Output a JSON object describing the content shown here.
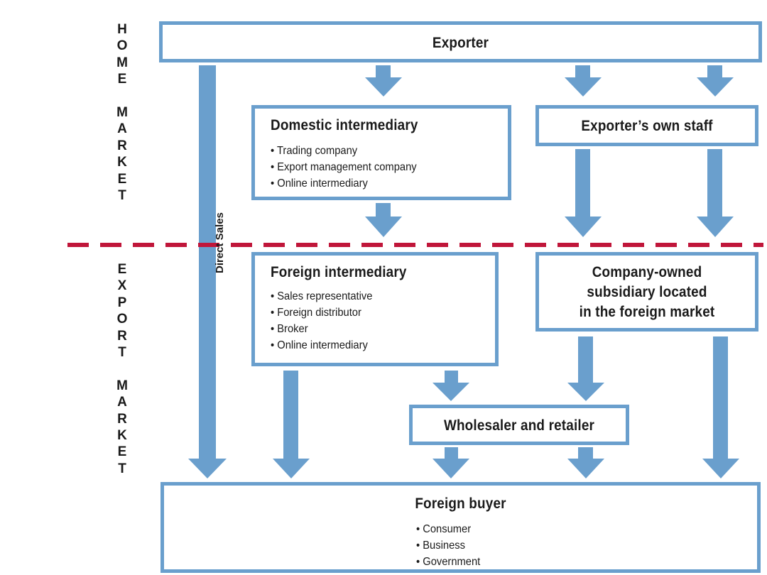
{
  "home_market_label": [
    "H",
    "O",
    "M",
    "E",
    "",
    "M",
    "A",
    "R",
    "K",
    "E",
    "T"
  ],
  "export_market_label": [
    "E",
    "X",
    "P",
    "O",
    "R",
    "T",
    "",
    "M",
    "A",
    "R",
    "K",
    "E",
    "T"
  ],
  "direct_sales_label": "Direct Sales",
  "exporter": {
    "title": "Exporter"
  },
  "domestic_intermediary": {
    "title": "Domestic intermediary",
    "items": [
      "Trading company",
      "Export management company",
      "Online intermediary"
    ]
  },
  "exporters_own_staff": {
    "title": "Exporter’s own staff"
  },
  "foreign_intermediary": {
    "title": "Foreign intermediary",
    "items": [
      "Sales representative",
      "Foreign distributor",
      "Broker",
      "Online intermediary"
    ]
  },
  "subsidiary": {
    "title_lines": [
      "Company-owned",
      "subsidiary located",
      "in the foreign market"
    ]
  },
  "wholesaler": {
    "title": "Wholesaler and retailer"
  },
  "foreign_buyer": {
    "title": "Foreign buyer",
    "items": [
      "Consumer",
      "Business",
      "Government"
    ]
  },
  "colors": {
    "box_border": "#6a9fcd",
    "arrow": "#6a9fcd",
    "divider": "#c0163a"
  }
}
